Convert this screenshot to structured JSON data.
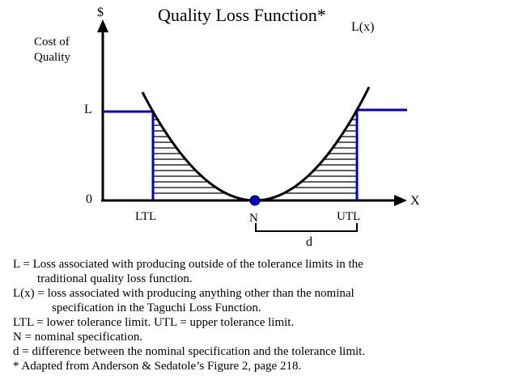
{
  "diagram": {
    "title": "Quality Loss Function*",
    "curve_label": "L(x)",
    "y_axis_symbol": "$",
    "y_axis_label_line1": "Cost of",
    "y_axis_label_line2": "Quality",
    "x_axis_label": "X",
    "y_tick_L": "L",
    "y_tick_0": "0",
    "ltl_label": "LTL",
    "nominal_label": "N",
    "utl_label": "UTL",
    "difference_label": "d",
    "colors": {
      "axis": "#000000",
      "curve": "#000000",
      "step_loss": "#0000cc",
      "nominal_point": "#0000cc",
      "hatch": "#000000"
    }
  },
  "legend": [
    {
      "text": "L = Loss associated with producing outside of the tolerance limits in the",
      "indent": 0
    },
    {
      "text": "traditional quality loss function.",
      "indent": 1
    },
    {
      "text": "L(x) = loss associated with producing anything other than the nominal",
      "indent": 0
    },
    {
      "text": "specification in the Taguchi Loss Function.",
      "indent": 2
    },
    {
      "text": "LTL = lower tolerance limit.  UTL = upper tolerance limit.",
      "indent": 0
    },
    {
      "text": "N = nominal specification.",
      "indent": 0
    },
    {
      "text": "d = difference between the nominal specification and the tolerance limit.",
      "indent": 0
    },
    {
      "text": "* Adapted from Anderson & Sedatole’s Figure 2, page 218.",
      "indent": 0
    }
  ]
}
